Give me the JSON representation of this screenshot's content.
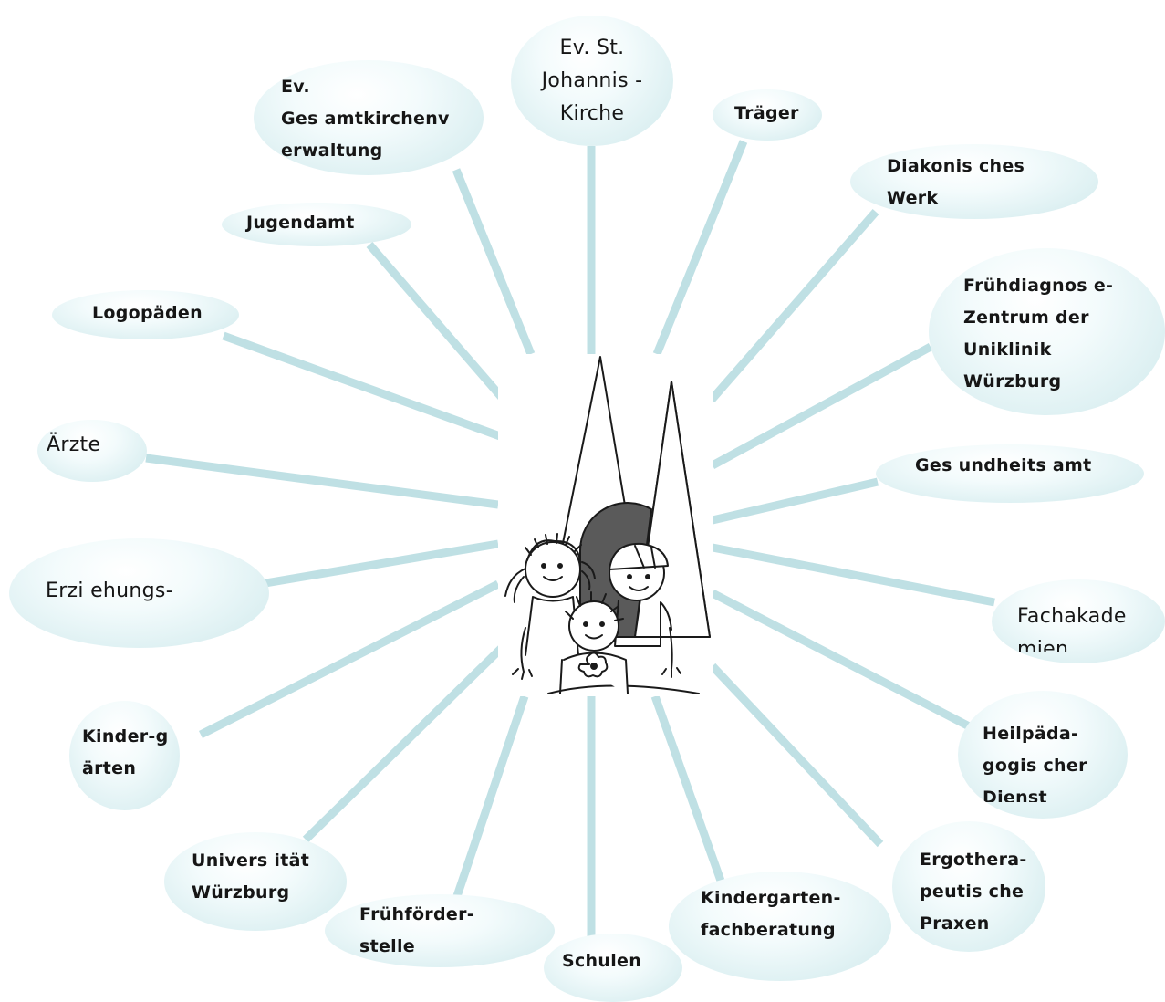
{
  "center": {
    "logo": "kindergarten-logo-children-and-church-towers"
  },
  "nodes": [
    {
      "id": "ev-st-johannis",
      "label": "Ev. St.\nJohannis -\nKirche"
    },
    {
      "id": "traeger",
      "label": "Träger"
    },
    {
      "id": "diakonisches-werk",
      "label": "Diakonis ches\nWerk"
    },
    {
      "id": "fruehdiagnose",
      "label": "Frühdiagnos e-\nZentrum der\nUniklinik\nWürzburg"
    },
    {
      "id": "gesundheitsamt",
      "label": "Ges undheits amt"
    },
    {
      "id": "fachakademien",
      "label": "Fachakade\nmien"
    },
    {
      "id": "heilpaedagogischer-dienst",
      "label": "Heilpäda-\ngogis cher\nDienst"
    },
    {
      "id": "ergotherapeutische-praxen",
      "label": "Ergothera-\npeutis che\nPraxen"
    },
    {
      "id": "kindergartenfachberatung",
      "label": "Kindergarten-\nfachberatung"
    },
    {
      "id": "schulen",
      "label": "Schulen"
    },
    {
      "id": "fruehfoerderstelle",
      "label": "Frühförder-\nstelle"
    },
    {
      "id": "universitaet-wuerzburg",
      "label": "Univers ität\nWürzburg"
    },
    {
      "id": "kindergaerten",
      "label": "Kinder-g\närten"
    },
    {
      "id": "erziehungsberatung",
      "label": "Erzi ehungs-"
    },
    {
      "id": "aerzte",
      "label": "Ärzte"
    },
    {
      "id": "logopaeden",
      "label": "Logopäden"
    },
    {
      "id": "jugendamt",
      "label": "Jugendamt"
    },
    {
      "id": "gesamtkirchenverwaltung",
      "label": "Ev.\nGes amtkirchenv\nerwaltung"
    }
  ]
}
